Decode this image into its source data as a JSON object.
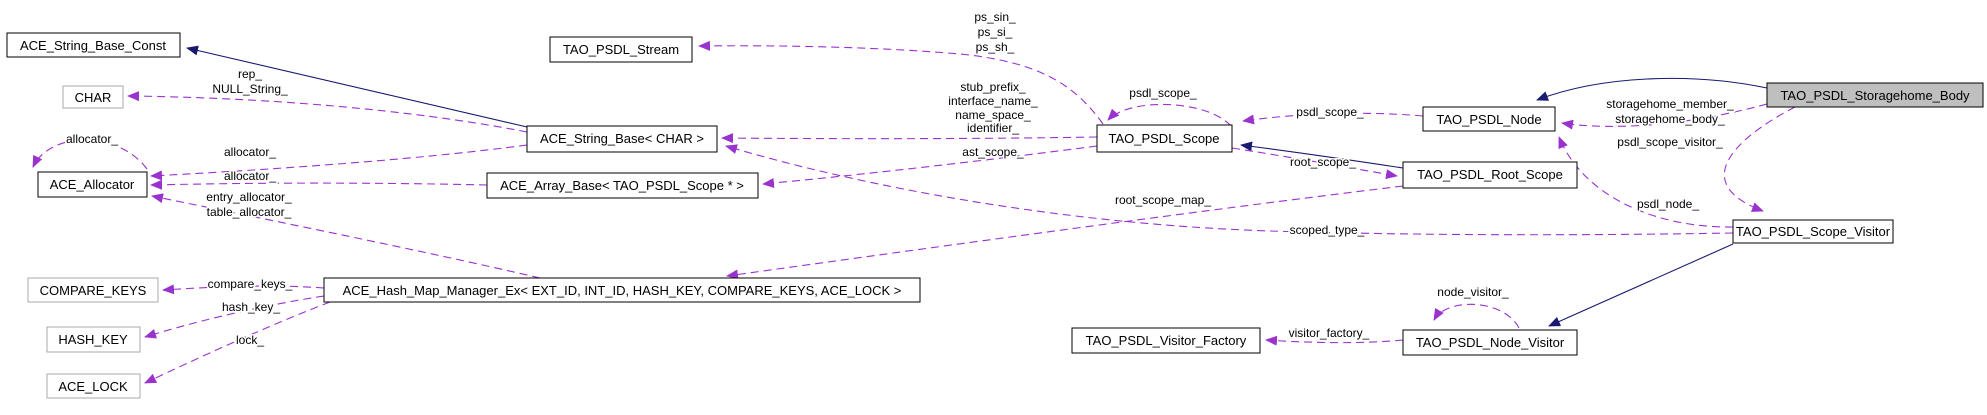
{
  "diagram": {
    "type": "doxygen-collaboration-graph",
    "highlighted_node": "TAO_PSDL_Storagehome_Body",
    "colors": {
      "usage_edge": "#9a32cd",
      "inheritance_edge": "#191970",
      "node_fill": "#ffffff",
      "highlight_node_fill": "#bfbfbf",
      "node_border": "#000000",
      "param_node_border": "#a9a9a9"
    },
    "nodes": {
      "string_base_const": "ACE_String_Base_Const",
      "char": "CHAR",
      "allocator": "ACE_Allocator",
      "compare_keys": "COMPARE_KEYS",
      "hash_key": "HASH_KEY",
      "ace_lock": "ACE_LOCK",
      "stream": "TAO_PSDL_Stream",
      "string_base": "ACE_String_Base< CHAR >",
      "array_base": "ACE_Array_Base< TAO_PSDL_Scope * >",
      "hash_map": "ACE_Hash_Map_Manager_Ex< EXT_ID, INT_ID, HASH_KEY, COMPARE_KEYS, ACE_LOCK >",
      "scope": "TAO_PSDL_Scope",
      "node": "TAO_PSDL_Node",
      "root_scope": "TAO_PSDL_Root_Scope",
      "storagehome_body": "TAO_PSDL_Storagehome_Body",
      "scope_visitor": "TAO_PSDL_Scope_Visitor",
      "node_visitor": "TAO_PSDL_Node_Visitor",
      "visitor_factory": "TAO_PSDL_Visitor_Factory"
    },
    "edge_labels": {
      "rep": "rep_",
      "null_string": "NULL_String_",
      "allocator_self": "allocator_",
      "allocator_string": "allocator_",
      "allocator_array": "allocator_",
      "entry_allocator": "entry_allocator_",
      "table_allocator": "table_allocator_",
      "compare_keys": "compare_keys_",
      "hash_key": "hash_key_",
      "lock": "lock_",
      "ps_sin": "ps_sin_",
      "ps_si": "ps_si_",
      "ps_sh": "ps_sh_",
      "stub_prefix": "stub_prefix_",
      "interface_name": "interface_name_",
      "name_space": "name_space_",
      "identifier": "identifier_",
      "ast_scope": "ast_scope_",
      "psdl_scope_self": "psdl_scope_",
      "psdl_scope_node": "psdl_scope_",
      "root_scope": "root_scope_",
      "root_scope_map": "root_scope_map_",
      "scoped_type": "scoped_type_",
      "storagehome_member": "storagehome_member_",
      "storagehome_body": "storagehome_body_",
      "psdl_scope_visitor": "psdl_scope_visitor_",
      "psdl_node": "psdl_node_",
      "visitor_factory": "visitor_factory_",
      "node_visitor": "node_visitor_"
    }
  }
}
